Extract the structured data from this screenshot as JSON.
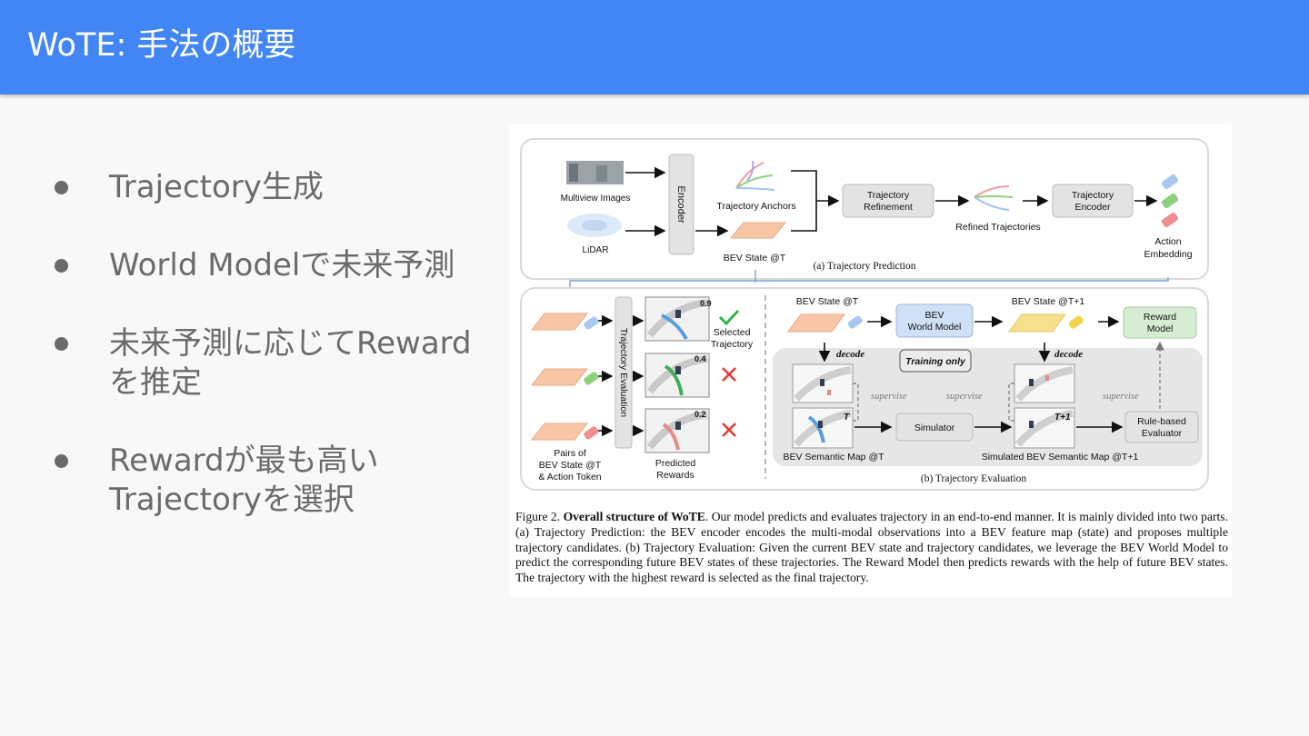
{
  "slide": {
    "title": "WoTE: 手法の概要",
    "bullets": [
      {
        "line1": "Trajectory生成",
        "line2": ""
      },
      {
        "line1": "World Modelで未来予測",
        "line2": ""
      },
      {
        "line1": "未来予測に応じてReward",
        "line2": "を推定"
      },
      {
        "line1": "Rewardが最も高い",
        "line2": "Trajectoryを選択"
      }
    ]
  },
  "figure": {
    "part_a": {
      "multiview_images": "Multiview Images",
      "lidar": "LiDAR",
      "encoder": "Encoder",
      "trajectory_anchors": "Trajectory Anchors",
      "bev_state": "BEV State @T",
      "trajectory_refinement_l1": "Trajectory",
      "trajectory_refinement_l2": "Refinement",
      "refined_trajectories": "Refined Trajectories",
      "trajectory_encoder_l1": "Trajectory",
      "trajectory_encoder_l2": "Encoder",
      "action_embedding_l1": "Action",
      "action_embedding_l2": "Embedding",
      "label": "(a) Trajectory Prediction"
    },
    "part_b": {
      "trajectory_evaluation": "Trajectory Evaluation",
      "scores": [
        "0.9",
        "0.4",
        "0.2"
      ],
      "selected_l1": "Selected",
      "selected_l2": "Trajectory",
      "pairs_l1": "Pairs of",
      "pairs_l2": "BEV State @T",
      "pairs_l3": "& Action Token",
      "predicted_l1": "Predicted",
      "predicted_l2": "Rewards",
      "bev_state_t": "BEV State @T",
      "bev_world_model_l1": "BEV",
      "bev_world_model_l2": "World Model",
      "bev_state_t1": "BEV State @T+1",
      "reward_model_l1": "Reward",
      "reward_model_l2": "Model",
      "decode": "decode",
      "training_only": "Training only",
      "supervise": "supervise",
      "t_label": "T",
      "t1_label": "T+1",
      "simulator": "Simulator",
      "rule_based_l1": "Rule-based",
      "rule_based_l2": "Evaluator",
      "bev_semantic_map": "BEV Semantic Map @T",
      "simulated_semantic_map": "Simulated BEV Semantic Map @T+1",
      "label": "(b) Trajectory Evaluation"
    },
    "caption": {
      "prefix": "Figure 2.",
      "bold": "Overall structure of WoTE",
      "text": ". Our model predicts and evaluates trajectory in an end-to-end manner. It is mainly divided into two parts. (a) Trajectory Prediction: the BEV encoder encodes the multi-modal observations into a BEV feature map (state) and proposes multiple trajectory candidates. (b) Trajectory Evaluation: Given the current BEV state and trajectory candidates, we leverage the BEV World Model to predict the corresponding future BEV states of these trajectories. The Reward Model then predicts rewards with the help of future BEV states. The trajectory with the highest reward is selected as the final trajectory."
    }
  },
  "colors": {
    "header": "#4285f4",
    "bev_state": "#f7c6a6",
    "future_state": "#f6df8d",
    "action_blue": "#a9c8ef",
    "action_green": "#8fd07f",
    "action_red": "#ef8d8f",
    "world_model": "#cfe0f7",
    "reward_model": "#d7edd3",
    "check": "#2fb44a",
    "cross": "#e53935"
  }
}
